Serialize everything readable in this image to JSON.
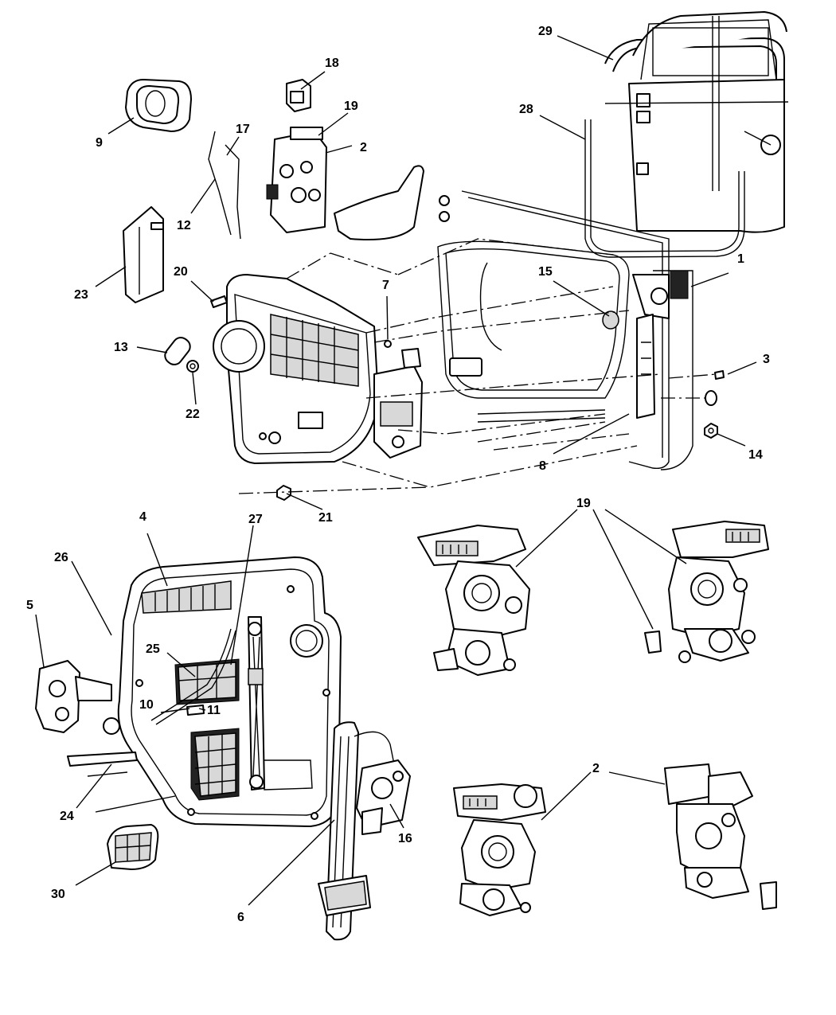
{
  "callouts": [
    {
      "id": "c1",
      "label": "1"
    },
    {
      "id": "c2a",
      "label": "2"
    },
    {
      "id": "c2b",
      "label": "2"
    },
    {
      "id": "c3",
      "label": "3"
    },
    {
      "id": "c4",
      "label": "4"
    },
    {
      "id": "c5",
      "label": "5"
    },
    {
      "id": "c6",
      "label": "6"
    },
    {
      "id": "c7",
      "label": "7"
    },
    {
      "id": "c8",
      "label": "8"
    },
    {
      "id": "c9",
      "label": "9"
    },
    {
      "id": "c10",
      "label": "10"
    },
    {
      "id": "c11",
      "label": "11"
    },
    {
      "id": "c12",
      "label": "12"
    },
    {
      "id": "c13",
      "label": "13"
    },
    {
      "id": "c14",
      "label": "14"
    },
    {
      "id": "c15",
      "label": "15"
    },
    {
      "id": "c16",
      "label": "16"
    },
    {
      "id": "c17",
      "label": "17"
    },
    {
      "id": "c18",
      "label": "18"
    },
    {
      "id": "c19a",
      "label": "19"
    },
    {
      "id": "c19b",
      "label": "19"
    },
    {
      "id": "c20",
      "label": "20"
    },
    {
      "id": "c21",
      "label": "21"
    },
    {
      "id": "c22",
      "label": "22"
    },
    {
      "id": "c23",
      "label": "23"
    },
    {
      "id": "c24",
      "label": "24"
    },
    {
      "id": "c25",
      "label": "25"
    },
    {
      "id": "c26",
      "label": "26"
    },
    {
      "id": "c27",
      "label": "27"
    },
    {
      "id": "c28",
      "label": "28"
    },
    {
      "id": "c29",
      "label": "29"
    },
    {
      "id": "c30",
      "label": "30"
    }
  ]
}
